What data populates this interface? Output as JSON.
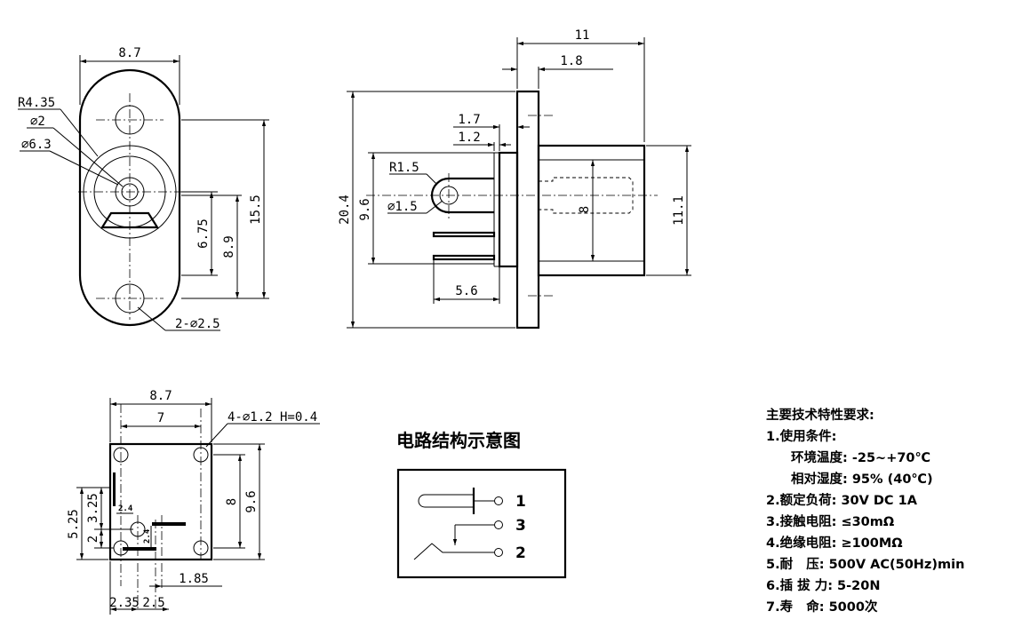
{
  "top_view": {
    "width_dim": "8.7",
    "radius_label": "R4.35",
    "dia_small": "⌀2",
    "dia_large": "⌀6.3",
    "d675": "6.75",
    "d89": "8.9",
    "d155": "15.5",
    "holes": "2-⌀2.5"
  },
  "side_view": {
    "d11_top": "11",
    "d18": "1.8",
    "d17": "1.7",
    "d12": "1.2",
    "r15": "R1.5",
    "dia15": "⌀1.5",
    "d204": "20.4",
    "d96": "9.6",
    "d8": "8",
    "d111": "11.1",
    "d56": "5.6"
  },
  "bottom_view": {
    "d87": "8.7",
    "d7": "7",
    "holes": "4-⌀1.2 H=0.4",
    "d8": "8",
    "d96": "9.6",
    "d525": "5.25",
    "d325": "3.25",
    "d2": "2",
    "d24a": "2.4",
    "d24b": "2.4",
    "d185": "1.85",
    "d235": "2.35",
    "d25": "2.5"
  },
  "circuit": {
    "title": "电路结构示意图",
    "pin1": "1",
    "pin3": "3",
    "pin2": "2"
  },
  "specs": {
    "heading": "主要技术特性要求:",
    "item1": "1.使用条件:",
    "item1a": "环境温度: -25~+70℃",
    "item1b": "相对湿度: 95% (40℃)",
    "item2": "2.额定负荷: 30V DC 1A",
    "item3": "3.接触电阻: ≤30mΩ",
    "item4": "4.绝缘电阻: ≥100MΩ",
    "item5": "5.耐   压: 500V AC(50Hz)min",
    "item6": "6.插 拔 力: 5-20N",
    "item7": "7.寿   命: 5000次"
  }
}
